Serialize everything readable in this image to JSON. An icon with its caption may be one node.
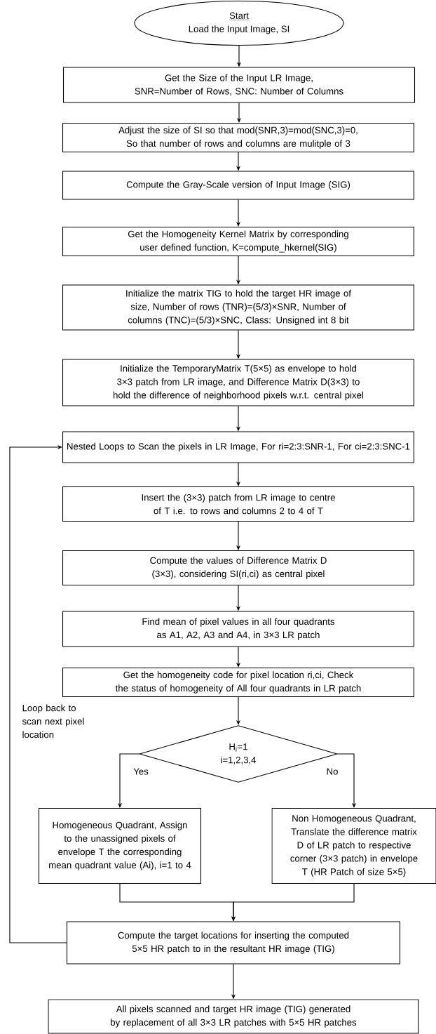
{
  "diagram": {
    "nodes": [
      {
        "text": [
          "Start",
          "Load the Input Image, SI"
        ]
      },
      {
        "text": [
          "Get the Size of the Input LR Image, SNR=Number of Rows, SNC: Number of Columns"
        ]
      },
      {
        "text": [
          "Adjust the size of SI so that mod(SNR,3)=mod(SNC,3)=0, So that number of rows and columns are mulitple of 3"
        ]
      },
      {
        "text": [
          "Compute the Gray-Scale version of Input Image (SIG)"
        ]
      },
      {
        "text": [
          "Get the Homogeneity Kernel Matrix by corresponding user defined function, K=compute_hkernel(SIG)"
        ]
      },
      {
        "text": [
          "Initialize the matrix TIG to hold the target HR image of size, Number of rows (TNR)=(5/3)×SNR, Number of columns (TNC)=(5/3)×SNC, Class: Unsigned int 8 bit"
        ]
      },
      {
        "text": [
          "Initialize the TemporaryMatrix T(5×5) as envelope to hold 3×3 patch from LR image, and Difference Matrix D(3×3) to hold the difference of neighborhood pixels w.r.t. central pixel"
        ]
      },
      {
        "text": [
          "Nested Loops to Scan the pixels in LR Image, For ri=2:3:SNR-1,  For ci=2:3:SNC-1"
        ]
      },
      {
        "text": [
          "Insert the (3×3) patch from LR image to centre of T i.e. to rows and columns 2 to 4 of T"
        ]
      },
      {
        "text": [
          "Compute the values of Difference Matrix D (3×3), considering SI(ri,ci) as central pixel"
        ]
      },
      {
        "text": [
          "Find mean of pixel values in all four quadrants as A1, A2, A3 and A4, in 3×3 LR patch"
        ]
      },
      {
        "text": [
          "Get the homogeneity code for pixel location ri,ci, Check the status of homogeneity of All four quadrants in LR patch"
        ]
      },
      {
        "text": [
          "H$_{i}$=1",
          "i=1,2,3,4"
        ]
      },
      {
        "text": [
          "Homogeneous Quadrant, Assign to the unassigned pixels of envelope T the corresponding mean quadrant value (Ai), i=1 to 4"
        ]
      },
      {
        "text": [
          "Non Homogeneous Quadrant, Translate the difference matrix D of LR patch to respective corner (3×3 patch) in envelope T (HR Patch of size 5×5)"
        ]
      },
      {
        "text": [
          "Compute the target locations for inserting the computed 5×5 HR patch to in the resultant HR image (TIG)"
        ]
      },
      {
        "text": [
          "All pixels scanned and target HR image (TIG) generated by replacement of all 3×3 LR patches with 5×5 HR patches"
        ]
      }
    ],
    "edges": [
      {
        "from": 0,
        "to": 1,
        "arrow": "to"
      },
      {
        "from": 1,
        "to": 2,
        "arrow": "to"
      },
      {
        "from": 2,
        "to": 3,
        "arrow": "to"
      },
      {
        "from": 3,
        "to": 4,
        "arrow": "to"
      },
      {
        "from": 4,
        "to": 5,
        "arrow": "to"
      },
      {
        "from": 5,
        "to": 6,
        "arrow": "to"
      },
      {
        "from": 6,
        "to": 7,
        "arrow": "to"
      },
      {
        "from": 7,
        "to": 8,
        "arrow": "to"
      },
      {
        "from": 8,
        "to": 9,
        "arrow": "to"
      },
      {
        "from": 9,
        "to": 10,
        "arrow": "to"
      },
      {
        "from": 10,
        "to": 11,
        "arrow": "to"
      },
      {
        "from": 11,
        "to": 12,
        "arrow": "to"
      },
      {
        "from": 12,
        "to": 13,
        "arrow": "to",
        "label": "Yes"
      },
      {
        "from": 12,
        "to": 14,
        "arrow": "to",
        "label": "No"
      },
      {
        "from": 13,
        "to": 15,
        "arrow": "to"
      },
      {
        "from": 14,
        "to": 15,
        "arrow": "to"
      },
      {
        "from": 15,
        "to": 7,
        "arrow": "to"
      },
      {
        "from": 15,
        "to": 16,
        "arrow": "to"
      }
    ],
    "labels": [
      "Loop back to scan next pixel location"
    ]
  }
}
